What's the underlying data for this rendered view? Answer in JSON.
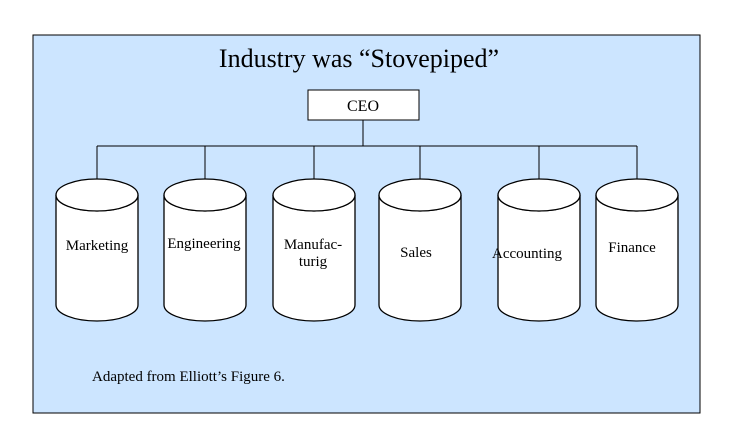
{
  "title": "Industry was “Stovepiped”",
  "root": {
    "label": "CEO"
  },
  "departments": [
    {
      "lines": [
        "Marketing"
      ]
    },
    {
      "lines": [
        "Engineering"
      ]
    },
    {
      "lines": [
        "Manufac-",
        "turig"
      ]
    },
    {
      "lines": [
        "Sales"
      ]
    },
    {
      "lines": [
        "Accounting"
      ]
    },
    {
      "lines": [
        "Finance"
      ]
    }
  ],
  "caption": "Adapted from Elliott’s Figure 6.",
  "colors": {
    "panel": "#cce5ff",
    "stroke": "#000000",
    "cylinder": "#ffffff"
  }
}
